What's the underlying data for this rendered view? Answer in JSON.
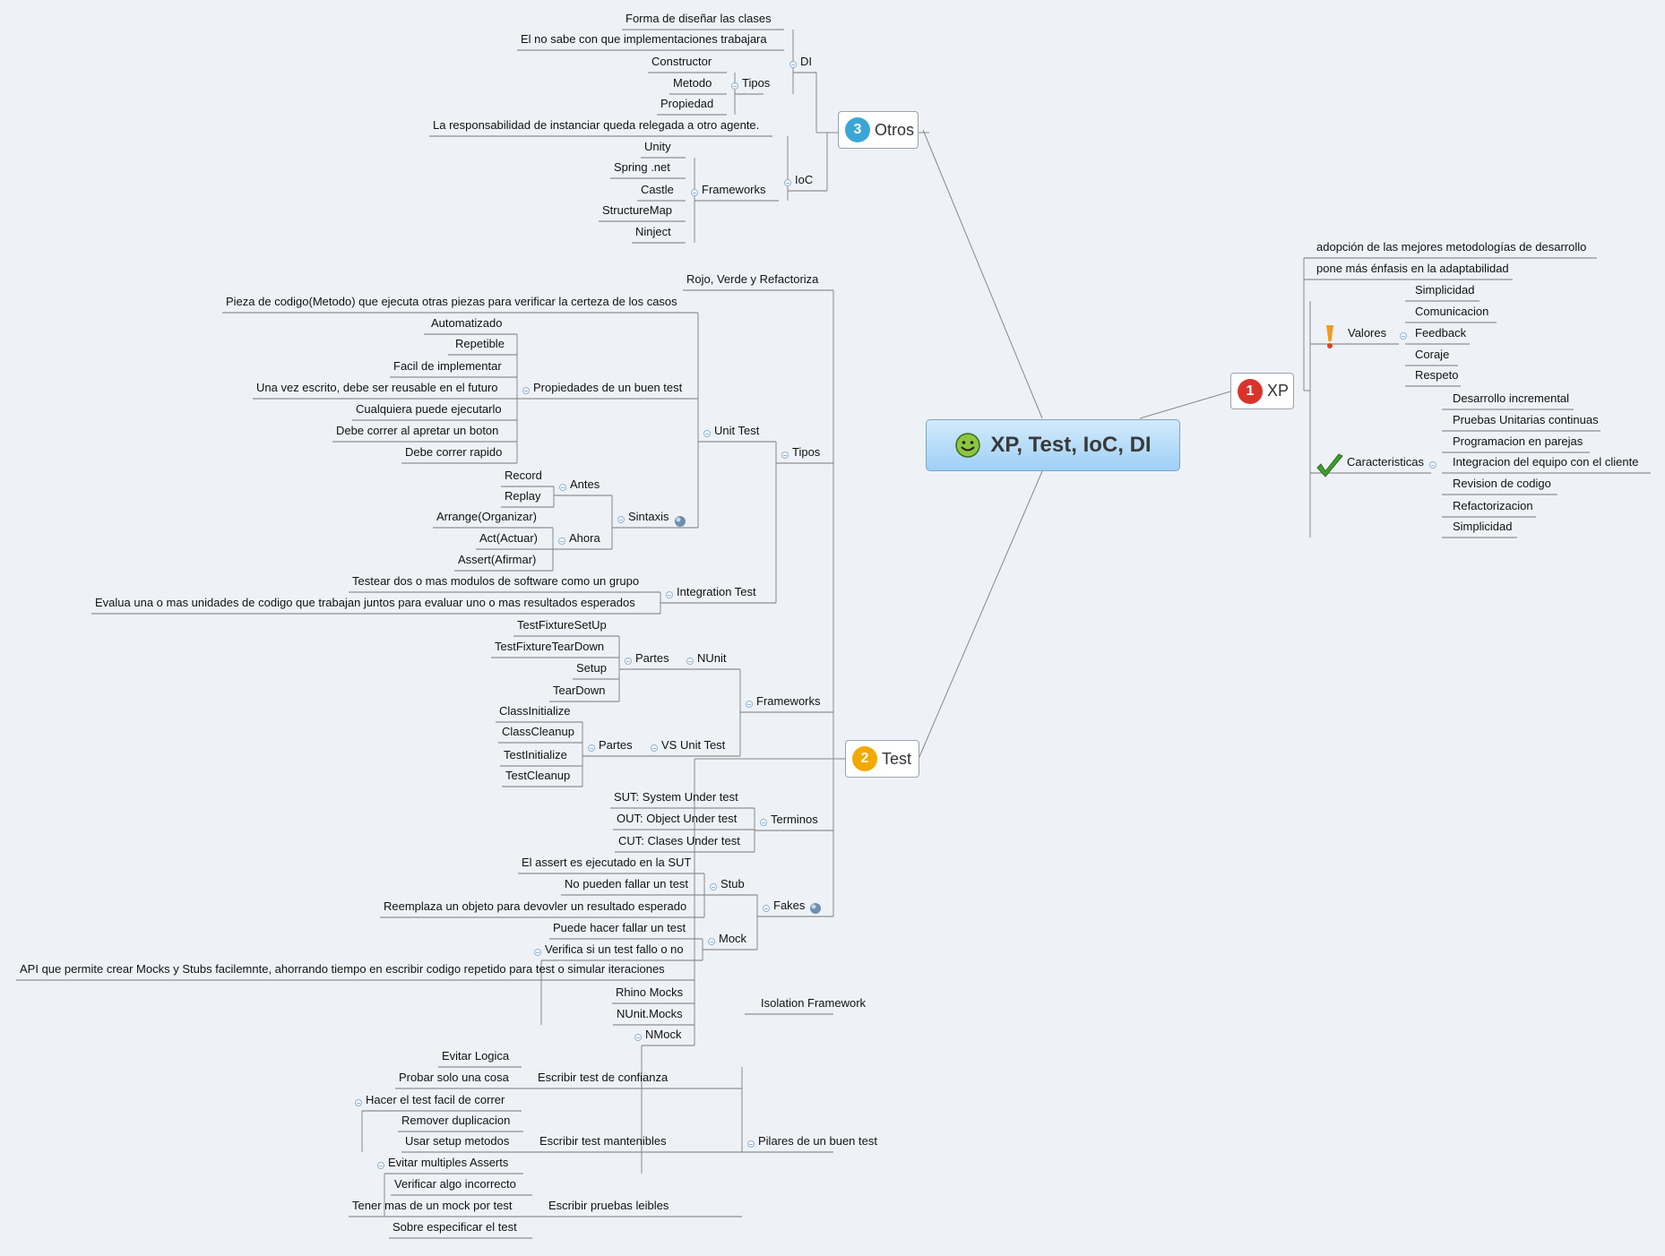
{
  "central": {
    "title": "XP, Test, IoC, DI",
    "icon": "smiley-icon"
  },
  "main_topics": {
    "xp": {
      "label": "XP",
      "number": "1",
      "badge_color": "#d9342b"
    },
    "test": {
      "label": "Test",
      "number": "2",
      "badge_color": "#f2a900"
    },
    "otros": {
      "label": "Otros",
      "number": "3",
      "badge_color": "#3aa6d8"
    }
  },
  "nodes": [
    "Forma de diseñar las clases",
    "El no sabe con que implementaciones trabajara",
    "DI",
    "Constructor",
    "Metodo",
    "Propiedad",
    "Tipos",
    "La responsabilidad de instanciar queda relegada a otro agente.",
    "IoC",
    "Unity",
    "Spring .net",
    "Castle",
    "StructureMap",
    "Ninject",
    "Frameworks",
    "adopción de las mejores metodologías de desarrollo",
    "pone más énfasis en la adaptabilidad",
    "Valores",
    "Simplicidad",
    "Comunicacion",
    "Feedback",
    "Coraje",
    "Respeto",
    "Caracteristicas",
    "Desarrollo incremental",
    "Pruebas Unitarias continuas",
    "Programacion en parejas",
    "Integracion del equipo con el cliente",
    "Revision de codigo",
    "Refactorizacion",
    "Simplicidad",
    "Rojo, Verde y Refactoriza",
    "Tipos",
    "Unit Test",
    "Pieza de codigo(Metodo) que ejecuta otras piezas para verificar la certeza de los casos",
    "Propiedades de un buen test",
    "Automatizado",
    "Repetible",
    "Facil de implementar",
    "Una vez escrito, debe ser reusable en el futuro",
    "Cualquiera puede ejecutarlo",
    "Debe correr al apretar un boton",
    "Debe correr rapido",
    "Sintaxis",
    "Antes",
    "Record",
    "Replay",
    "Ahora",
    "Arrange(Organizar)",
    "Act(Actuar)",
    "Assert(Afirmar)",
    "Integration Test",
    "Testear dos o mas modulos de software como un grupo",
    "Evalua una o mas unidades de codigo que trabajan juntos para evaluar uno o mas resultados esperados",
    "Frameworks",
    "NUnit",
    "Partes",
    "TestFixtureSetUp",
    "TestFixtureTearDown",
    "Setup",
    "TearDown",
    "VS Unit Test",
    "Partes",
    "ClassInitialize",
    "ClassCleanup",
    "TestInitialize",
    "TestCleanup",
    "Terminos",
    "SUT: System Under test",
    "OUT: Object Under test",
    "CUT: Clases Under test",
    "Fakes",
    "Stub",
    "El assert es ejecutado en la SUT",
    "No pueden fallar un test",
    "Reemplaza un objeto para devovler un resultado esperado",
    "Mock",
    "Puede hacer fallar un test",
    "Verifica si un test fallo o no",
    "Isolation Framework",
    "API que permite crear Mocks y Stubs facilemnte, ahorrando tiempo en escribir codigo repetido para test o simular iteraciones",
    "Rhino Mocks",
    "NUnit.Mocks",
    "NMock",
    "Pilares de un buen test",
    "Escribir test de confianza",
    "Evitar Logica",
    "Probar solo una cosa",
    "Hacer el test facil de correr",
    "Escribir test mantenibles",
    "Remover duplicacion",
    "Usar setup metodos",
    "Evitar multiples Asserts",
    "Escribir pruebas leibles",
    "Verificar algo incorrecto",
    "Tener mas de un mock por test",
    "Sobre especificar el test"
  ],
  "marker_icons": {
    "valores": "exclamation-icon",
    "caracteristicas": "checkmark-icon",
    "sintaxis": "globe-icon",
    "fakes": "globe-icon"
  }
}
